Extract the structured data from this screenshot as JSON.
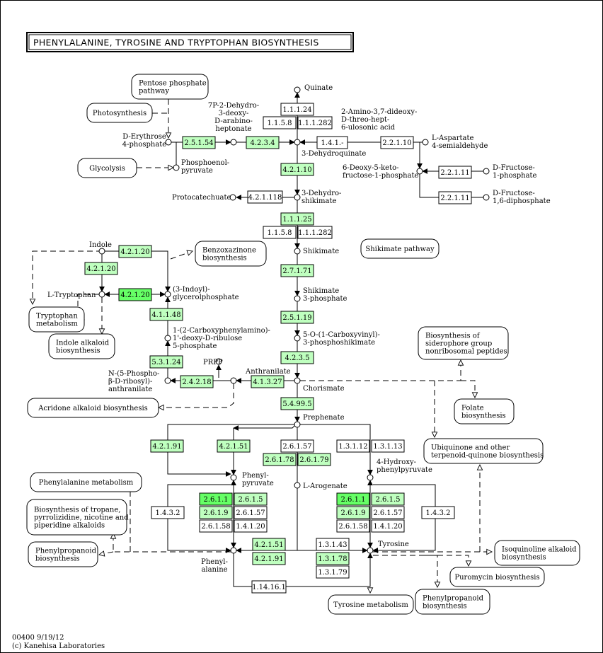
{
  "title": "PHENYLALANINE, TYROSINE AND TRYPTOPHAN BIOSYNTHESIS",
  "footer": {
    "map_id": "00400 9/19/12",
    "copyright": "(c) Kanehisa Laboratories"
  },
  "colors": {
    "enzyme_present": "#bfffbf",
    "enzyme_highlight": "#66ff66",
    "enzyme_absent": "#ffffff",
    "line": "#000000"
  },
  "enzymes": [
    {
      "id": "e-1.1.1.24",
      "label": "1.1.1.24",
      "state": "absent"
    },
    {
      "id": "e-1.1.5.8a",
      "label": "1.1.5.8",
      "state": "absent"
    },
    {
      "id": "e-1.1.1.282a",
      "label": "1.1.1.282",
      "state": "absent"
    },
    {
      "id": "e-1.4.1.-",
      "label": "1.4.1.-",
      "state": "absent"
    },
    {
      "id": "e-2.2.1.10",
      "label": "2.2.1.10",
      "state": "absent"
    },
    {
      "id": "e-2.5.1.54",
      "label": "2.5.1.54",
      "state": "present"
    },
    {
      "id": "e-4.2.3.4",
      "label": "4.2.3.4",
      "state": "present"
    },
    {
      "id": "e-4.2.1.10",
      "label": "4.2.1.10",
      "state": "present"
    },
    {
      "id": "e-2.2.1.11a",
      "label": "2.2.1.11",
      "state": "absent"
    },
    {
      "id": "e-2.2.1.11b",
      "label": "2.2.1.11",
      "state": "absent"
    },
    {
      "id": "e-4.2.1.118",
      "label": "4.2.1.118",
      "state": "absent"
    },
    {
      "id": "e-1.1.1.25",
      "label": "1.1.1.25",
      "state": "present"
    },
    {
      "id": "e-1.1.5.8b",
      "label": "1.1.5.8",
      "state": "absent"
    },
    {
      "id": "e-1.1.1.282b",
      "label": "1.1.1.282",
      "state": "absent"
    },
    {
      "id": "e-4.2.1.20a",
      "label": "4.2.1.20",
      "state": "present"
    },
    {
      "id": "e-4.2.1.20b",
      "label": "4.2.1.20",
      "state": "present"
    },
    {
      "id": "e-4.2.1.20c",
      "label": "4.2.1.20",
      "state": "highlight"
    },
    {
      "id": "e-2.7.1.71",
      "label": "2.7.1.71",
      "state": "present"
    },
    {
      "id": "e-4.1.1.48",
      "label": "4.1.1.48",
      "state": "present"
    },
    {
      "id": "e-2.5.1.19",
      "label": "2.5.1.19",
      "state": "present"
    },
    {
      "id": "e-4.2.3.5",
      "label": "4.2.3.5",
      "state": "present"
    },
    {
      "id": "e-5.3.1.24",
      "label": "5.3.1.24",
      "state": "present"
    },
    {
      "id": "e-2.4.2.18",
      "label": "2.4.2.18",
      "state": "present"
    },
    {
      "id": "e-4.1.3.27",
      "label": "4.1.3.27",
      "state": "present"
    },
    {
      "id": "e-5.4.99.5",
      "label": "5.4.99.5",
      "state": "present"
    },
    {
      "id": "e-4.2.1.91a",
      "label": "4.2.1.91",
      "state": "present"
    },
    {
      "id": "e-4.2.1.51a",
      "label": "4.2.1.51",
      "state": "present"
    },
    {
      "id": "e-2.6.1.57a",
      "label": "2.6.1.57",
      "state": "absent"
    },
    {
      "id": "e-2.6.1.78a",
      "label": "2.6.1.78",
      "state": "present"
    },
    {
      "id": "e-2.6.1.79a",
      "label": "2.6.1.79",
      "state": "present"
    },
    {
      "id": "e-1.3.1.12",
      "label": "1.3.1.12",
      "state": "absent"
    },
    {
      "id": "e-1.3.1.13",
      "label": "1.3.1.13",
      "state": "absent"
    },
    {
      "id": "e-1.4.3.2a",
      "label": "1.4.3.2",
      "state": "absent"
    },
    {
      "id": "e-2.6.1.1a",
      "label": "2.6.1.1",
      "state": "highlight"
    },
    {
      "id": "e-2.6.1.5a",
      "label": "2.6.1.5",
      "state": "present"
    },
    {
      "id": "e-2.6.1.9a",
      "label": "2.6.1.9",
      "state": "present"
    },
    {
      "id": "e-2.6.1.57b",
      "label": "2.6.1.57",
      "state": "absent"
    },
    {
      "id": "e-2.6.1.58a",
      "label": "2.6.1.58",
      "state": "absent"
    },
    {
      "id": "e-1.4.1.20a",
      "label": "1.4.1.20",
      "state": "absent"
    },
    {
      "id": "e-2.6.1.1b",
      "label": "2.6.1.1",
      "state": "highlight"
    },
    {
      "id": "e-2.6.1.5b",
      "label": "2.6.1.5",
      "state": "present"
    },
    {
      "id": "e-2.6.1.9b",
      "label": "2.6.1.9",
      "state": "present"
    },
    {
      "id": "e-2.6.1.57c",
      "label": "2.6.1.57",
      "state": "absent"
    },
    {
      "id": "e-2.6.1.58b",
      "label": "2.6.1.58",
      "state": "absent"
    },
    {
      "id": "e-1.4.1.20b",
      "label": "1.4.1.20",
      "state": "absent"
    },
    {
      "id": "e-1.4.3.2b",
      "label": "1.4.3.2",
      "state": "absent"
    },
    {
      "id": "e-4.2.1.51b",
      "label": "4.2.1.51",
      "state": "present"
    },
    {
      "id": "e-4.2.1.91b",
      "label": "4.2.1.91",
      "state": "present"
    },
    {
      "id": "e-1.3.1.43",
      "label": "1.3.1.43",
      "state": "absent"
    },
    {
      "id": "e-1.3.1.78",
      "label": "1.3.1.78",
      "state": "present"
    },
    {
      "id": "e-1.3.1.79",
      "label": "1.3.1.79",
      "state": "absent"
    },
    {
      "id": "e-1.14.16.1",
      "label": "1.14.16.1",
      "state": "absent"
    }
  ],
  "pathways": [
    {
      "id": "pw-pentose",
      "lines": [
        "Pentose phosphate",
        "pathway"
      ]
    },
    {
      "id": "pw-photosynthesis",
      "lines": [
        "Photosynthesis"
      ]
    },
    {
      "id": "pw-glycolysis",
      "lines": [
        "Glycolysis"
      ]
    },
    {
      "id": "pw-benzoxazinone",
      "lines": [
        "Benzoxazinone",
        "biosynthesis"
      ]
    },
    {
      "id": "pw-shikimate",
      "lines": [
        "Shikimate pathway"
      ]
    },
    {
      "id": "pw-trp-metab",
      "lines": [
        "Tryptophan",
        "metabolism"
      ]
    },
    {
      "id": "pw-indole-alk",
      "lines": [
        "Indole alkaloid",
        "biosynthesis"
      ]
    },
    {
      "id": "pw-siderophore",
      "lines": [
        "Biosynthesis of",
        "siderophore group",
        "nonribosomal peptides"
      ]
    },
    {
      "id": "pw-acridone",
      "lines": [
        "Acridone alkaloid biosynthesis"
      ]
    },
    {
      "id": "pw-folate",
      "lines": [
        "Folate",
        "biosynthesis"
      ]
    },
    {
      "id": "pw-ubiquinone",
      "lines": [
        "Ubiquinone and other",
        "terpenoid-quinone biosynthesis"
      ]
    },
    {
      "id": "pw-phe-metab",
      "lines": [
        "Phenylalanine metabolism"
      ]
    },
    {
      "id": "pw-tropane",
      "lines": [
        "Biosynthesis of tropane,",
        "pyrrolizidine, nicotine and",
        "piperidine alkaloids"
      ]
    },
    {
      "id": "pw-phenylprop1",
      "lines": [
        "Phenylpropanoid",
        "biosynthesis"
      ]
    },
    {
      "id": "pw-isoquinoline",
      "lines": [
        "Isoquinoline alkaloid",
        "biosynthesis"
      ]
    },
    {
      "id": "pw-puromycin",
      "lines": [
        "Puromycin biosynthesis"
      ]
    },
    {
      "id": "pw-tyr-metab",
      "lines": [
        "Tyrosine metabolism"
      ]
    },
    {
      "id": "pw-phenylprop2",
      "lines": [
        "Phenylpropanoid",
        "biosynthesis"
      ]
    }
  ],
  "compounds": [
    {
      "id": "c-quinate",
      "lines": [
        "Quinate"
      ]
    },
    {
      "id": "c-dah7p",
      "lines": [
        "7P-2-Dehydro-",
        "3-deoxy-",
        "D-arabino-",
        "heptonate"
      ]
    },
    {
      "id": "c-amino-dideoxy",
      "lines": [
        "2-Amino-3,7-dideoxy-",
        "D-threo-hept-",
        "6-ulosonic acid"
      ]
    },
    {
      "id": "c-e4p",
      "lines": [
        "D-Erythrose",
        "4-phosphate"
      ]
    },
    {
      "id": "c-asp-semi",
      "lines": [
        "L-Aspartate",
        "4-semialdehyde"
      ]
    },
    {
      "id": "c-dhq",
      "lines": [
        "3-Dehydroquinate"
      ]
    },
    {
      "id": "c-pep",
      "lines": [
        "Phosphoenol-",
        "pyruvate"
      ]
    },
    {
      "id": "c-ddkf",
      "lines": [
        "6-Deoxy-5-keto-",
        "fructose-1-phosphate"
      ]
    },
    {
      "id": "c-f1p",
      "lines": [
        "D-Fructose-",
        "1-phosphate"
      ]
    },
    {
      "id": "c-f16p",
      "lines": [
        "D-Fructose-",
        "1,6-diphosphate"
      ]
    },
    {
      "id": "c-protocat",
      "lines": [
        "Protocatechuate"
      ]
    },
    {
      "id": "c-dhs",
      "lines": [
        "3-Dehydro-",
        "shikimate"
      ]
    },
    {
      "id": "c-indole",
      "lines": [
        "Indole"
      ]
    },
    {
      "id": "c-shikimate",
      "lines": [
        "Shikimate"
      ]
    },
    {
      "id": "c-trp",
      "lines": [
        "L-Tryptophan"
      ]
    },
    {
      "id": "c-igp",
      "lines": [
        "(3-Indoyl)-",
        "glycerolphosphate"
      ]
    },
    {
      "id": "c-s3p",
      "lines": [
        "Shikimate",
        "3-phosphate"
      ]
    },
    {
      "id": "c-cdrp",
      "lines": [
        "1-(2-Carboxyphenylamino)-",
        "1'-deoxy-D-ribulose",
        "5-phosphate"
      ]
    },
    {
      "id": "c-epsp",
      "lines": [
        "5-O-(1-Carboxyvinyl)-",
        "3-phosphoshikimate"
      ]
    },
    {
      "id": "c-prpp",
      "lines": [
        "PRPP"
      ]
    },
    {
      "id": "c-pra",
      "lines": [
        "N-(5-Phospho-",
        "β-D-ribosyl)-",
        "anthranilate"
      ]
    },
    {
      "id": "c-anthranilate",
      "lines": [
        "Anthranilate"
      ]
    },
    {
      "id": "c-chorismate",
      "lines": [
        "Chorismate"
      ]
    },
    {
      "id": "c-prephenate",
      "lines": [
        "Prephenate"
      ]
    },
    {
      "id": "c-phenylpyruvate",
      "lines": [
        "Phenyl-",
        "pyruvate"
      ]
    },
    {
      "id": "c-hpp",
      "lines": [
        "4-Hydroxy-",
        "phenylpyruvate"
      ]
    },
    {
      "id": "c-arogenate",
      "lines": [
        "L-Arogenate"
      ]
    },
    {
      "id": "c-tyrosine",
      "lines": [
        "Tyrosine"
      ]
    },
    {
      "id": "c-phe",
      "lines": [
        "Phenyl-",
        "alanine"
      ]
    }
  ]
}
